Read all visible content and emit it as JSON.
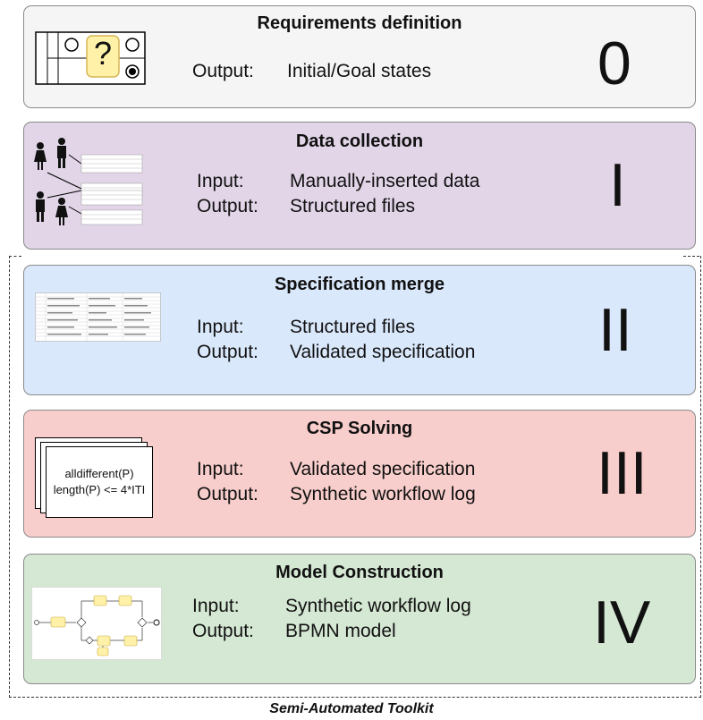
{
  "stages": [
    {
      "id": "stage-0",
      "title": "Requirements definition",
      "rows": [
        {
          "k": "Output:",
          "v": "Initial/Goal states"
        }
      ],
      "numeral": "0",
      "fill": "#f5f5f5"
    },
    {
      "id": "stage-1",
      "title": "Data collection",
      "rows": [
        {
          "k": "Input:",
          "v": "Manually-inserted data"
        },
        {
          "k": "Output:",
          "v": "Structured files"
        }
      ],
      "numeral": "I",
      "fill": "#e1d5e7"
    },
    {
      "id": "stage-2",
      "title": "Specification merge",
      "rows": [
        {
          "k": "Input:",
          "v": "Structured files"
        },
        {
          "k": "Output:",
          "v": "Validated specification"
        }
      ],
      "numeral": "II",
      "fill": "#dae8fc"
    },
    {
      "id": "stage-3",
      "title": "CSP Solving",
      "rows": [
        {
          "k": "Input:",
          "v": "Validated specification"
        },
        {
          "k": "Output:",
          "v": "Synthetic workflow log"
        }
      ],
      "numeral": "III",
      "fill": "#f8cecc"
    },
    {
      "id": "stage-4",
      "title": "Model Construction",
      "rows": [
        {
          "k": "Input:",
          "v": "Synthetic workflow log"
        },
        {
          "k": "Output:",
          "v": "BPMN model"
        }
      ],
      "numeral": "IV",
      "fill": "#d5e8d4"
    }
  ],
  "question_mark": "?",
  "csp_code": [
    "alldifferent(P)",
    "length(P) <= 4*ITI"
  ],
  "footer": "Semi-Automated Toolkit"
}
